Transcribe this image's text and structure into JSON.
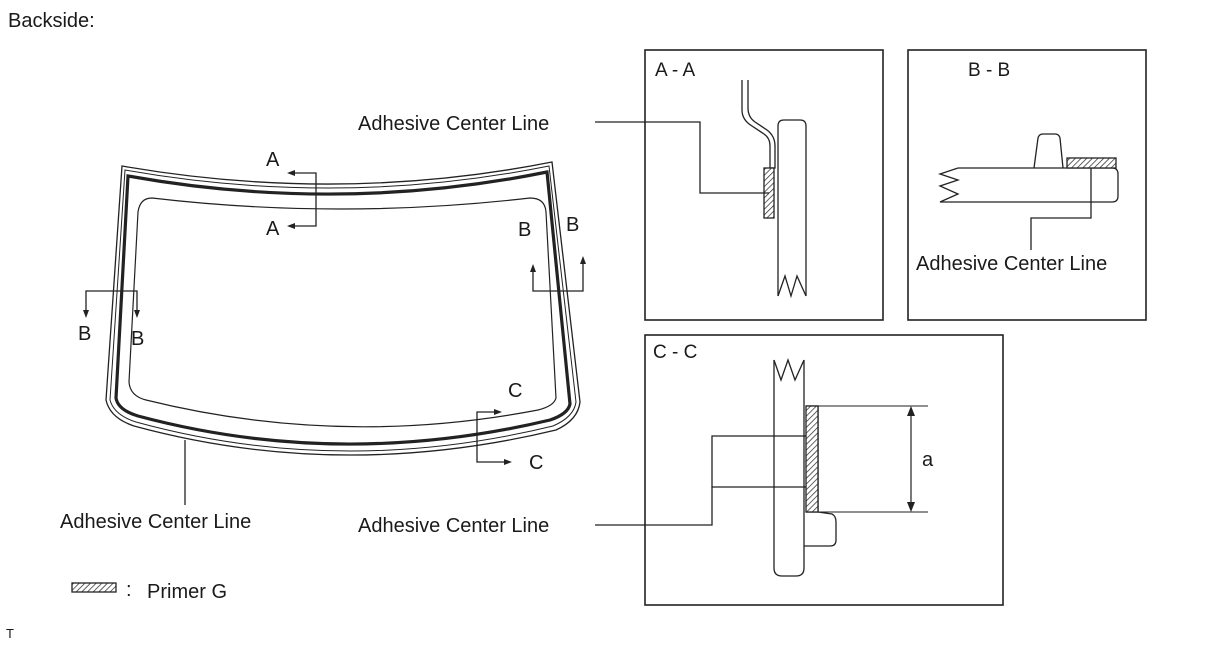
{
  "header": {
    "title": "Backside:"
  },
  "windshield": {
    "section_marks": {
      "a_top": "A",
      "a_bottom": "A",
      "b_left_outer": "B",
      "b_left_inner": "B",
      "b_right_inner": "B",
      "b_right_outer": "B",
      "c_upper": "C",
      "c_lower": "C"
    },
    "bottom_callout": "Adhesive Center Line"
  },
  "section_aa": {
    "title": "A - A",
    "callout": "Adhesive Center Line"
  },
  "section_bb": {
    "title": "B - B",
    "callout": "Adhesive Center Line"
  },
  "section_cc": {
    "title": "C - C",
    "callout": "Adhesive Center Line",
    "dimension_label": "a"
  },
  "legend": {
    "separator": ":",
    "label": "Primer G"
  },
  "footer": {
    "mark": "T"
  }
}
